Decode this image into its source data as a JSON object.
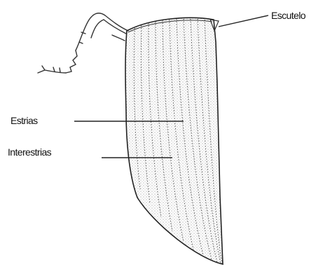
{
  "labels": {
    "escutelo": "Escutelo",
    "estrias": "Estrias",
    "interestrias": "Interestrias"
  },
  "colors": {
    "ink": "#111111",
    "stipple": "#555555",
    "background": "#ffffff"
  }
}
